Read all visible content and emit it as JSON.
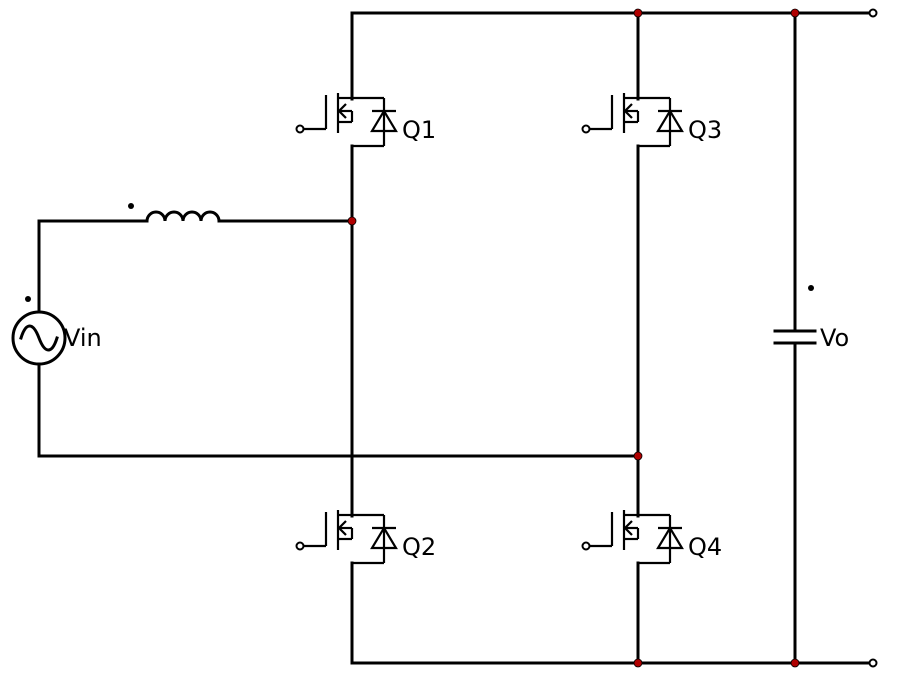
{
  "diagram": {
    "source_label": "Vin",
    "capacitor_label": "Vo",
    "switches": {
      "q1": "Q1",
      "q2": "Q2",
      "q3": "Q3",
      "q4": "Q4"
    }
  },
  "colors": {
    "wire": "#000000",
    "junction": "#b00000",
    "background": "#ffffff"
  }
}
